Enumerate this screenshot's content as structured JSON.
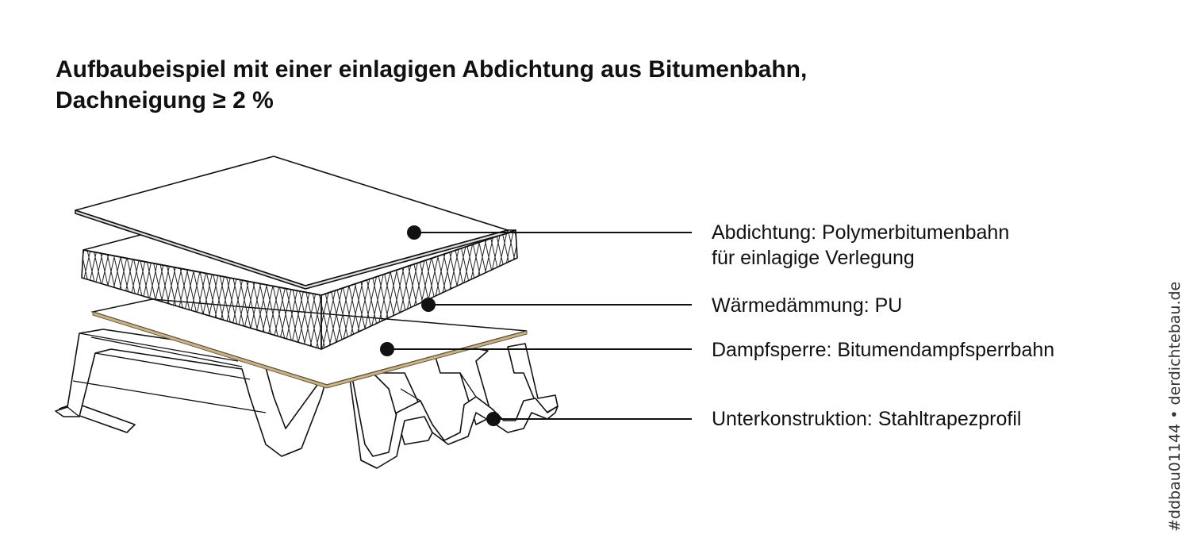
{
  "title": {
    "line1": "Aufbaubeispiel mit einer einlagigen Abdichtung aus Bitumenbahn,",
    "line2": "Dachneigung ≥ 2 %"
  },
  "layers": [
    {
      "label_line1": "Abdichtung: Polymerbitumenbahn",
      "label_line2": "für einlagige Verlegung"
    },
    {
      "label_line1": "Wärmedämmung: PU"
    },
    {
      "label_line1": "Dampfsperre: Bitumendampfsperrbahn"
    },
    {
      "label_line1": "Unterkonstruktion: Stahltrapezprofil"
    }
  ],
  "watermark": "#ddbau01144 • derdichtebau.de"
}
